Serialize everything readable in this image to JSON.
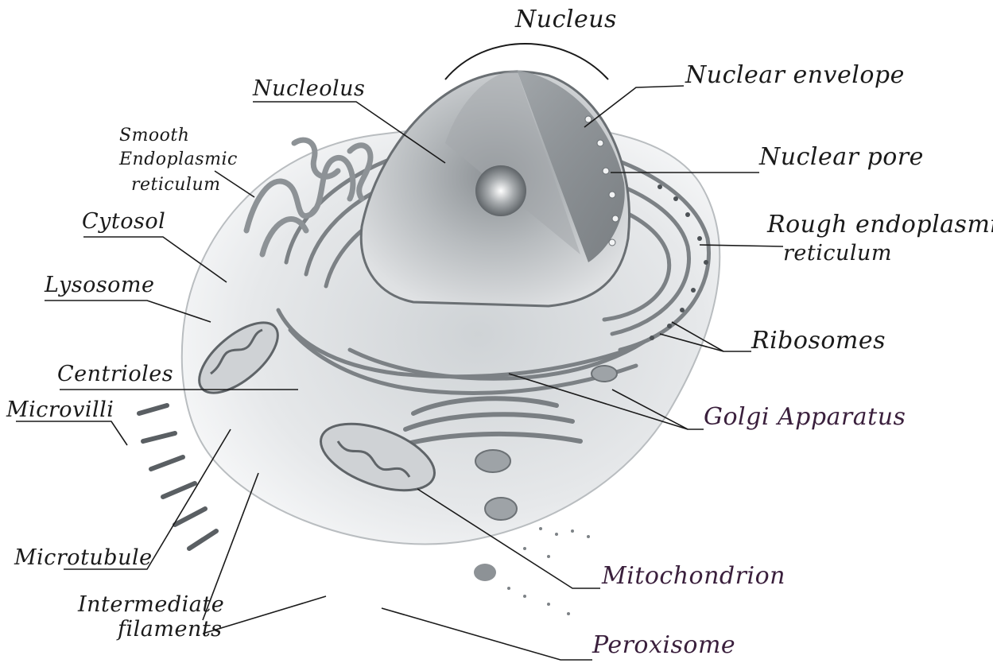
{
  "labels": {
    "nucleus": "Nucleus",
    "nuclear_envelope": "Nuclear envelope",
    "nucleolus": "Nucleolus",
    "smooth_er_1": "Smooth",
    "smooth_er_2": "Endoplasmic",
    "smooth_er_3": "reticulum",
    "nuclear_pore": "Nuclear pore",
    "cytosol": "Cytosol",
    "rough_er_1": "Rough endoplasmic",
    "rough_er_2": "reticulum",
    "lysosome": "Lysosome",
    "ribosomes": "Ribosomes",
    "centrioles": "Centrioles",
    "microvilli": "Microvilli",
    "golgi": "Golgi Apparatus",
    "microtubule": "Microtubule",
    "mitochondrion": "Mitochondrion",
    "intermediate_1": "Intermediate",
    "intermediate_2": "filaments",
    "peroxisome": "Peroxisome"
  },
  "colors": {
    "ink": "#1a1a1a",
    "ink_purple": "#3a1f3c",
    "cell_fill": "#e6e8ea",
    "nucleus_fill": "#bfc3c6",
    "dark": "#555a5e"
  }
}
